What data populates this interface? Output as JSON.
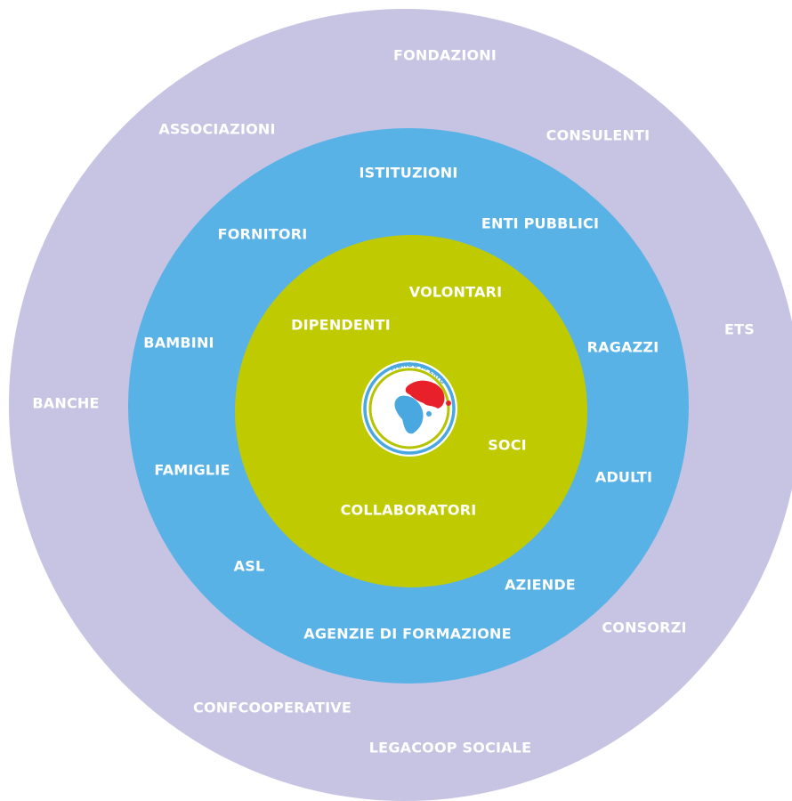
{
  "colors": {
    "outer_ring": "#c7c3e3",
    "middle_ring": "#58b2e6",
    "inner_circle": "#bfcb00",
    "label": "#ffffff",
    "logo_red": "#e8202a",
    "logo_blue": "#4aa8e0",
    "logo_green": "#b6c400"
  },
  "outer_ring": {
    "labels": {
      "fondazioni": "FONDAZIONI",
      "associazioni": "ASSOCIAZIONI",
      "consulenti": "CONSULENTI",
      "ets": "ETS",
      "banche": "BANCHE",
      "consorzi": "CONSORZI",
      "confcooperative": "CONFCOOPERATIVE",
      "legacoop_sociale": "LEGACOOP SOCIALE"
    }
  },
  "middle_ring": {
    "labels": {
      "istituzioni": "ISTITUZIONI",
      "fornitori": "FORNITORI",
      "enti_pubblici": "ENTI PUBBLICI",
      "bambini": "BAMBINI",
      "ragazzi": "RAGAZZI",
      "famiglie": "FAMIGLIE",
      "adulti": "ADULTI",
      "asl": "ASL",
      "aziende": "AZIENDE",
      "agenzie_di_formazione": "AGENZIE DI FORMAZIONE"
    }
  },
  "inner_circle": {
    "labels": {
      "volontari": "VOLONTARI",
      "dipendenti": "DIPENDENTI",
      "soci": "SOCI",
      "collaboratori": "COLLABORATORI"
    }
  },
  "logo": {
    "icon": "globe-logo-icon",
    "text": "MONDO APERTO"
  }
}
